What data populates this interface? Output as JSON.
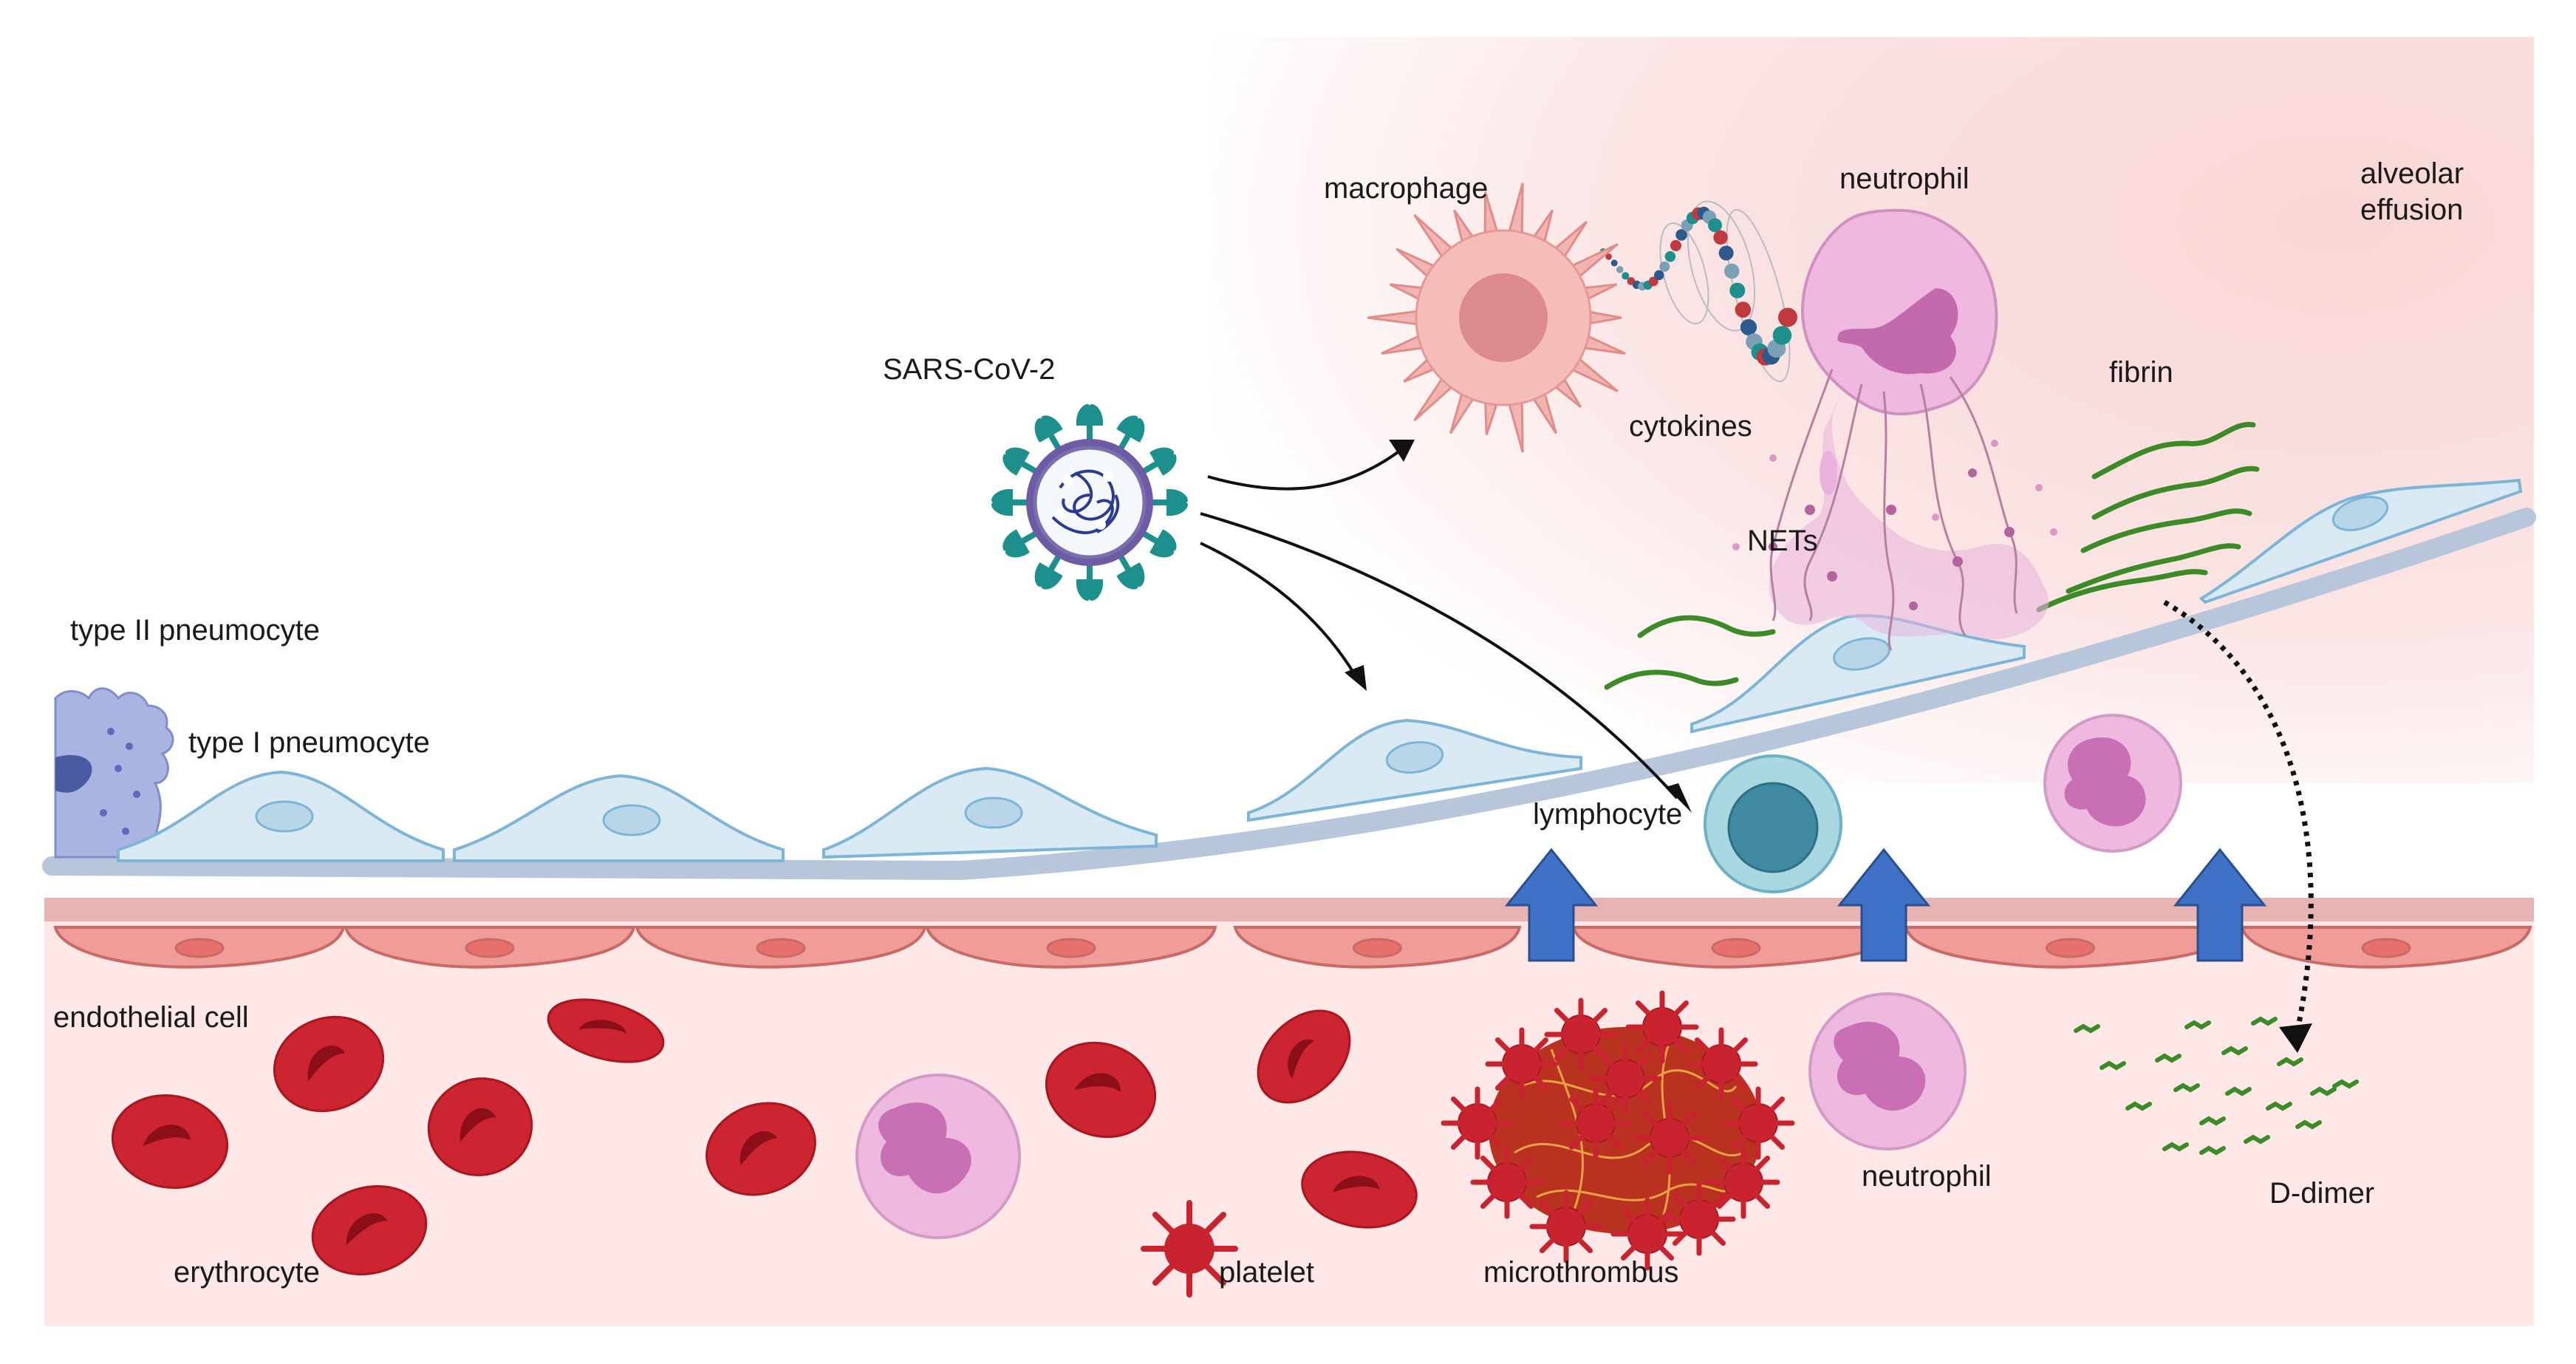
{
  "labels": {
    "macrophage": "macrophage",
    "neutrophil_top": "neutrophil",
    "alveolar_line1": "alveolar",
    "alveolar_line2": "effusion",
    "sars": "SARS-CoV-2",
    "cytokines": "cytokines",
    "fibrin": "fibrin",
    "nets": "NETs",
    "type2": "type II pneumocyte",
    "type1": "type I pneumocyte",
    "lymphocyte": "lymphocyte",
    "endothelial": "endothelial cell",
    "erythrocyte": "erythrocyte",
    "platelet": "platelet",
    "microthrombus": "microthrombus",
    "neutrophil_bottom": "neutrophil",
    "ddimer": "D-dimer"
  },
  "colors": {
    "alveolar_bg": "#fbe3e3",
    "vessel_bg": "#fde7e7",
    "membrane": "#b4c3d9",
    "pneumocyte_fill": "#d7e9f3",
    "pneumocyte_stroke": "#7fb6d6",
    "endothelial_fill": "#ef9a96",
    "erythrocyte": "#c9232f",
    "neutrophil_fill": "#ecb7dd",
    "neutrophil_nucleus": "#c673b6",
    "arrow_blue": "#3a6fc4",
    "fibrin_green": "#3c8a28",
    "virus_teal": "#1d8f8c",
    "macrophage": "#f2b2b0",
    "lymphocyte": "#8fc7d5"
  }
}
